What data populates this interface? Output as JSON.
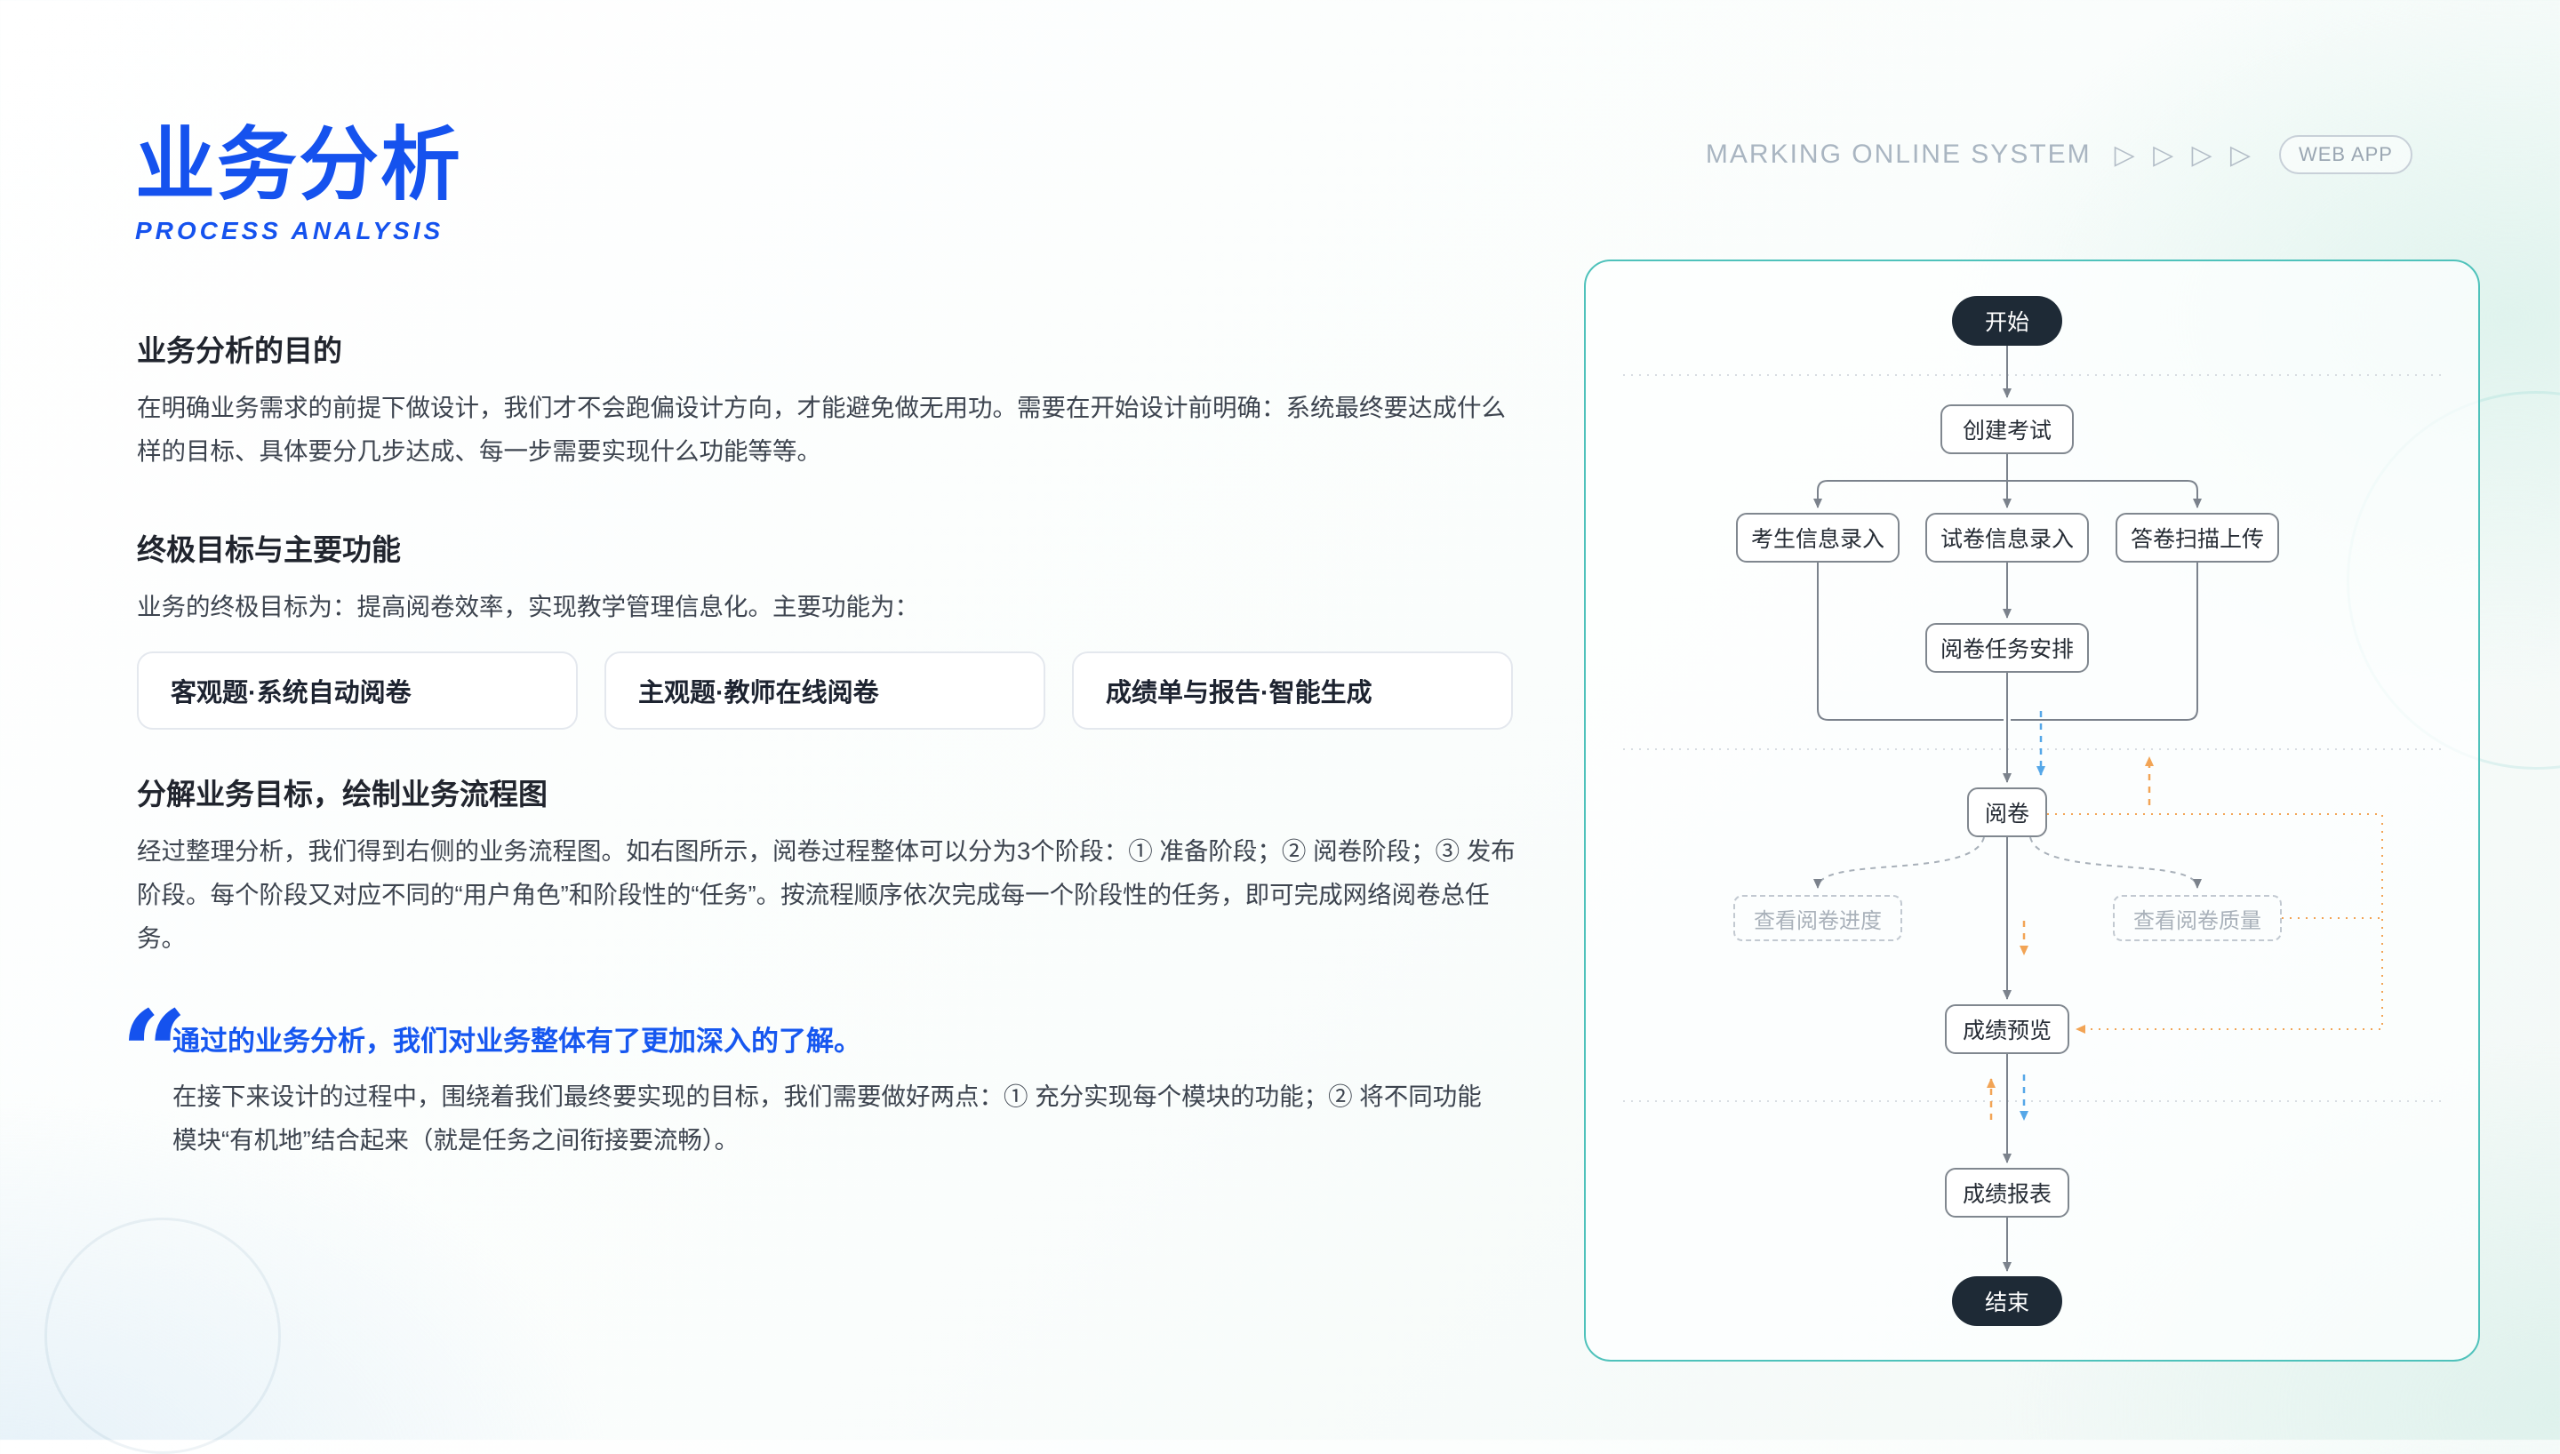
{
  "header": {
    "title": "业务分析",
    "subtitle": "PROCESS ANALYSIS",
    "system_label": "MARKING ONLINE SYSTEM",
    "play_arrows": "▷ ▷ ▷ ▷",
    "badge": "WEB APP"
  },
  "sections": {
    "purpose": {
      "heading": "业务分析的目的",
      "body": "在明确业务需求的前提下做设计，我们才不会跑偏设计方向，才能避免做无用功。需要在开始设计前明确：系统最终要达成什么样的目标、具体要分几步达成、每一步需要实现什么功能等等。"
    },
    "goals": {
      "heading": "终极目标与主要功能",
      "body": "业务的终极目标为：提高阅卷效率，实现教学管理信息化。主要功能为：",
      "cards": [
        "客观题·系统自动阅卷",
        "主观题·教师在线阅卷",
        "成绩单与报告·智能生成"
      ]
    },
    "decompose": {
      "heading": "分解业务目标，绘制业务流程图",
      "body": "经过整理分析，我们得到右侧的业务流程图。如右图所示，阅卷过程整体可以分为3个阶段：① 准备阶段；② 阅卷阶段；③ 发布阶段。每个阶段又对应不同的“用户角色”和阶段性的“任务”。按流程顺序依次完成每一个阶段性的任务，即可完成网络阅卷总任务。"
    }
  },
  "quote": {
    "mark": "“",
    "highlight": "通过的业务分析，我们对业务整体有了更加深入的了解。",
    "body": "在接下来设计的过程中，围绕着我们最终要实现的目标，我们需要做好两点：① 充分实现每个模块的功能；② 将不同功能模块“有机地”结合起来（就是任务之间衔接要流畅）。"
  },
  "flowchart": {
    "start": "开始",
    "create_exam": "创建考试",
    "student_info": "考生信息录入",
    "paper_info": "试卷信息录入",
    "answer_scan": "答卷扫描上传",
    "task_assign": "阅卷任务安排",
    "marking": "阅卷",
    "view_progress": "查看阅卷进度",
    "view_quality": "查看阅卷质量",
    "score_preview": "成绩预览",
    "score_report": "成绩报表",
    "end": "结束"
  },
  "colors": {
    "accent_blue": "#1552ee",
    "panel_teal": "#4fc2bb",
    "node_dark": "#1e2a36",
    "line_gray": "#7b828c",
    "dash_blue": "#55a7e8",
    "dash_orange": "#f2a455"
  }
}
